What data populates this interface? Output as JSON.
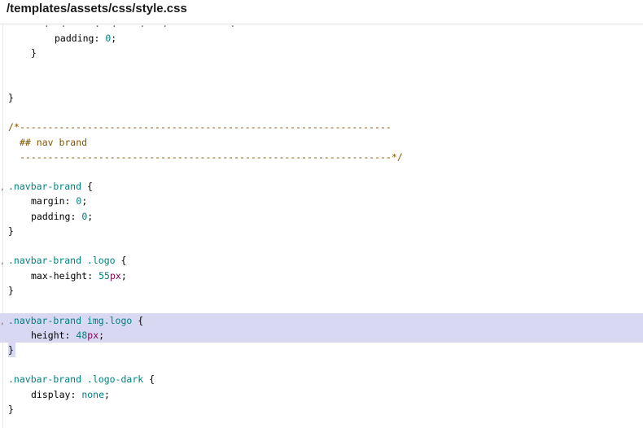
{
  "file_path": "/templates/assets/css/style.css",
  "code": {
    "l_padding": "padding",
    "l_zero": "0",
    "l_close": "}",
    "comment_open": "/*------------------------------------------------------------------",
    "comment_title": "## nav brand",
    "comment_close": "------------------------------------------------------------------*/",
    "sel_brand": ".navbar-brand",
    "prop_margin": "margin",
    "prop_padding": "padding",
    "sel_logo": ".navbar-brand .logo",
    "prop_maxh": "max-height",
    "num_55": "55",
    "unit_px": "px",
    "sel_imglogo": ".navbar-brand img.logo",
    "prop_height": "height",
    "num_48": "48",
    "sel_logodark": ".navbar-brand .logo-dark",
    "prop_display": "display",
    "val_none": "none"
  },
  "colors": {
    "selector": "#008080",
    "comment": "#7f5500",
    "unit": "#7f0055",
    "highlight": "#d8d8f2"
  }
}
